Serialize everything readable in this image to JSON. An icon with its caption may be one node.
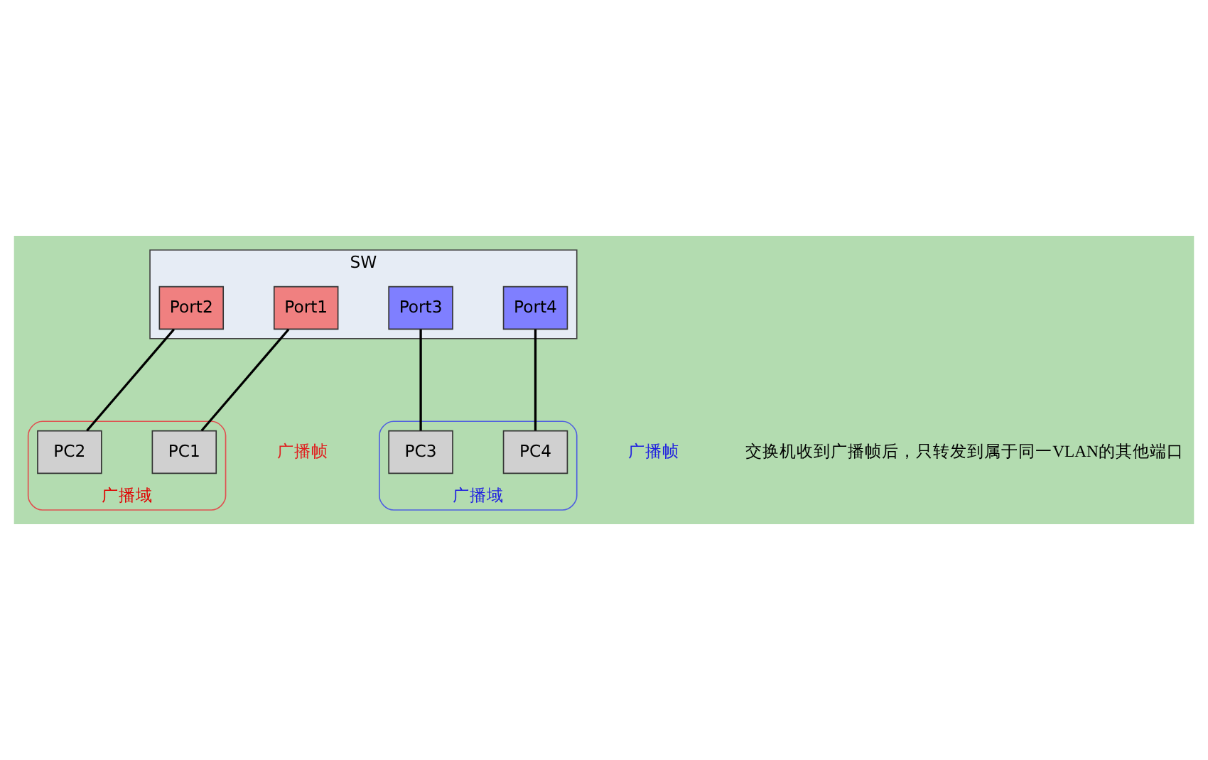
{
  "diagram": {
    "nodes": [
      {
        "text": [
          "SW"
        ]
      },
      {
        "text": [
          "Port1"
        ],
        "in": 0
      },
      {
        "text": [
          "Port2"
        ],
        "in": 0
      },
      {
        "text": [
          "Port3"
        ],
        "in": 0
      },
      {
        "text": [
          "Port4"
        ],
        "in": 0
      },
      {
        "text": [
          "广播域"
        ]
      },
      {
        "text": [
          "PC1"
        ],
        "in": 5
      },
      {
        "text": [
          "PC2"
        ],
        "in": 5
      },
      {
        "text": [
          "广播域"
        ]
      },
      {
        "text": [
          "PC3"
        ],
        "in": 8
      },
      {
        "text": [
          "PC4"
        ],
        "in": 8
      }
    ],
    "edges": [
      {
        "from": 1,
        "to": 6,
        "arrow": "none"
      },
      {
        "from": 2,
        "to": 7,
        "arrow": "none"
      },
      {
        "from": 3,
        "to": 9,
        "arrow": "none"
      },
      {
        "from": 4,
        "to": 10,
        "arrow": "none"
      }
    ],
    "labels": [
      "广播帧",
      "广播帧",
      "交换机收到广播帧后，只转发到属于同一VLAN的其他端口"
    ]
  }
}
